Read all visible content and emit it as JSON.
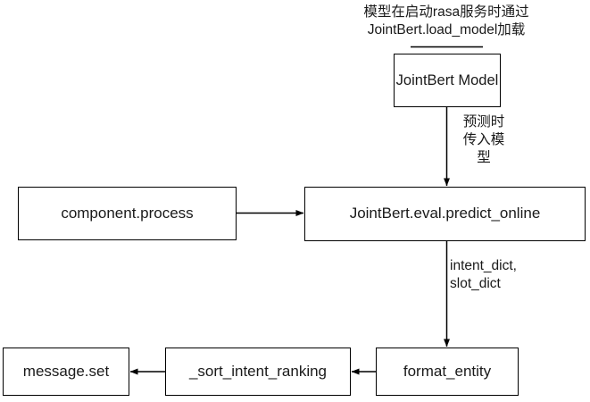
{
  "diagram": {
    "title_annotation": "模型在启动rasa服务时通过\nJointBert.load_model加载",
    "nodes": {
      "jointbert_model": "JointBert\nModel",
      "component_process": "component.process",
      "predict_online": "JointBert.eval.predict_online",
      "format_entity": "format_entity",
      "sort_intent_ranking": "_sort_intent_ranking",
      "message_set": "message.set"
    },
    "edge_labels": {
      "predict_pass_model": "预测时\n传入模\n型",
      "intent_slot_dict": "intent_dict,\nslot_dict"
    },
    "colors": {
      "background": "#ffffff",
      "stroke": "#000000",
      "text": "#1a1a1a"
    }
  }
}
